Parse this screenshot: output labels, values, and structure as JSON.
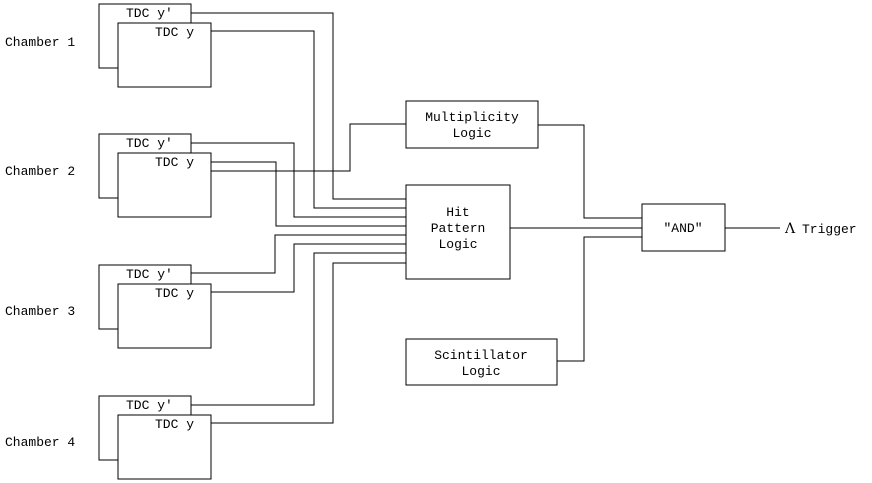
{
  "chambers": [
    {
      "label": "Chamber 1",
      "tdc_back": "TDC y′",
      "tdc_front": "TDC y"
    },
    {
      "label": "Chamber 2",
      "tdc_back": "TDC y′",
      "tdc_front": "TDC y"
    },
    {
      "label": "Chamber 3",
      "tdc_back": "TDC y′",
      "tdc_front": "TDC y"
    },
    {
      "label": "Chamber 4",
      "tdc_back": "TDC y′",
      "tdc_front": "TDC y"
    }
  ],
  "blocks": {
    "multiplicity": [
      "Multiplicity",
      "Logic"
    ],
    "hit_pattern": [
      "Hit",
      "Pattern",
      "Logic"
    ],
    "scintillator": [
      "Scintillator",
      "Logic"
    ],
    "and_gate": "\"AND\""
  },
  "output": {
    "symbol": "Λ",
    "label": "Trigger"
  }
}
